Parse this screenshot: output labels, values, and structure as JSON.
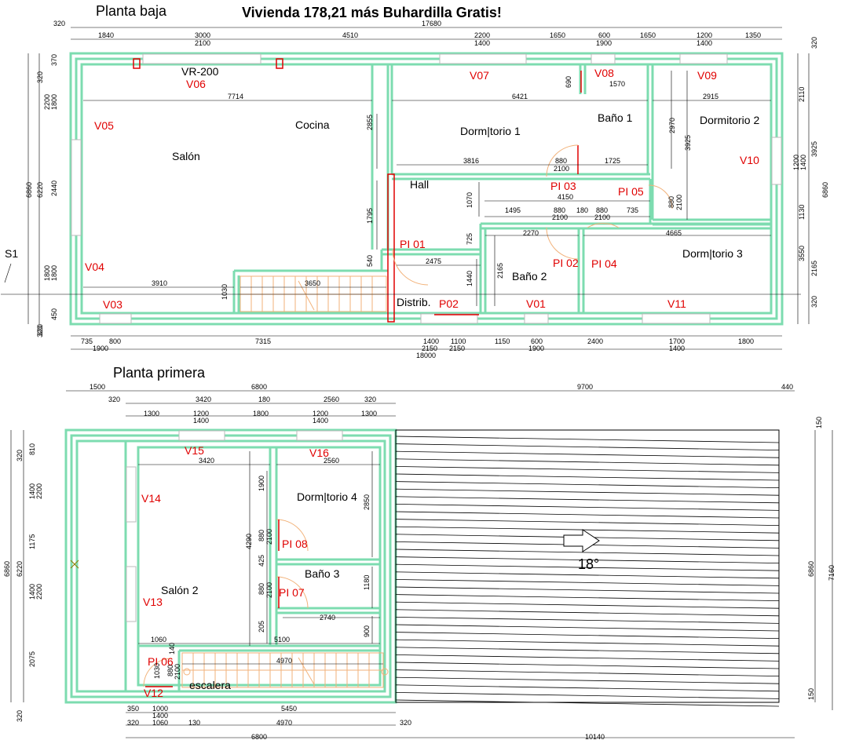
{
  "titles": {
    "ground_floor": "Planta baja",
    "main": "Vivienda 178,21 más Buhardilla Gratis!",
    "first_floor": "Planta primera"
  },
  "section_marker": "S1",
  "ground_floor": {
    "rooms": {
      "salon": "Salón",
      "cocina": "Cocina",
      "dormitorio1": "Dorm|torio 1",
      "bano1": "Baño 1",
      "dormitorio2": "Dormitorio 2",
      "hall": "Hall",
      "bano2": "Baño 2",
      "dormitorio3": "Dorm|torio 3",
      "distrib": "Distrib."
    },
    "labels": {
      "vr200": "VR-200",
      "v06": "V06",
      "v07": "V07",
      "v08": "V08",
      "v09": "V09",
      "v05": "V05",
      "v10": "V10",
      "v04": "V04",
      "v03": "V03",
      "v01": "V01",
      "v11": "V11",
      "p02": "P02",
      "pi01": "PI 01",
      "pi02": "PI 02",
      "pi03": "PI 03",
      "pi04": "PI 04",
      "pi05": "PI 05"
    },
    "dims": {
      "t320": "320",
      "t17680": "17680",
      "t1840": "1840",
      "t3000": "3000",
      "t2100": "2100",
      "t4510": "4510",
      "t2200": "2200",
      "t1400a": "1400",
      "t1650a": "1650",
      "t600": "600",
      "t1900": "1900",
      "t1650b": "1650",
      "t1200": "1200",
      "t1400b": "1400",
      "t1350": "1350",
      "i7714": "7714",
      "i6421": "6421",
      "i2915": "2915",
      "i1570": "1570",
      "i690": "690",
      "i2855": "2855",
      "i3816": "3816",
      "i880a": "880",
      "i2100a": "2100",
      "i1725": "1725",
      "i2970": "2970",
      "i3925": "3925",
      "i4150": "4150",
      "i1070": "1070",
      "i1495": "1495",
      "i880b": "880",
      "i2100b": "2100",
      "i180": "180",
      "i880c": "880",
      "i2100c": "2100",
      "i735": "735",
      "i880d": "880",
      "i2100d": "2100",
      "i2270": "2270",
      "i4665": "4665",
      "i1795": "1795",
      "i725": "725",
      "i540": "540",
      "i2475": "2475",
      "i2165": "2165",
      "i1440": "1440",
      "i3910": "3910",
      "i3650": "3650",
      "i1030": "1030",
      "l6860": "6860",
      "l6220": "6220",
      "l320a": "320",
      "l1800a": "1800",
      "l2200": "2200",
      "l2440": "2440",
      "l1800b": "1800",
      "l1800c": "1800",
      "l450": "450",
      "l320b": "320",
      "l370": "370",
      "r320": "320",
      "r2110": "2110",
      "r1200": "1200",
      "r1400": "1400",
      "r3925": "3925",
      "r1130": "1130",
      "r3550": "3550",
      "r2165": "2165",
      "r320b": "320",
      "r6860": "6860",
      "b735": "735",
      "b800": "800",
      "b1900": "1900",
      "b7315": "7315",
      "b1400": "1400",
      "b2150a": "2150",
      "b1100": "1100",
      "b2150b": "2150",
      "b1150": "1150",
      "b600": "600",
      "b1900b": "1900",
      "b2400": "2400",
      "b1700": "1700",
      "b1400b": "1400",
      "b1800": "1800",
      "b18000": "18000",
      "b320": "320"
    }
  },
  "first_floor": {
    "rooms": {
      "salon2": "Salón 2",
      "dormitorio4": "Dorm|torio 4",
      "bano3": "Baño 3",
      "escalera": "escalera"
    },
    "labels": {
      "v15": "V15",
      "v16": "V16",
      "v14": "V14",
      "v13": "V13",
      "v12": "V12",
      "pi08": "PI 08",
      "pi07": "PI 07",
      "pi06": "PI 06"
    },
    "roof": {
      "angle": "18°"
    },
    "dims": {
      "t1500": "1500",
      "t6800": "6800",
      "t9700": "9700",
      "t440": "440",
      "t320": "320",
      "t3420": "3420",
      "t180": "180",
      "t2560": "2560",
      "t320b": "320",
      "t1300a": "1300",
      "t1200a": "1200",
      "t1400a": "1400",
      "t1800": "1800",
      "t1200b": "1200",
      "t1400b": "1400",
      "t1300b": "1300",
      "i3420": "3420",
      "i2560": "2560",
      "i1900": "1900",
      "i2850": "2850",
      "i4290": "4290",
      "i880a": "880",
      "i2100a": "2100",
      "i425": "425",
      "i880b": "880",
      "i2100b": "2100",
      "i1180": "1180",
      "i2740": "2740",
      "i205": "205",
      "i900": "900",
      "i1060": "1060",
      "i5100": "5100",
      "i4970": "4970",
      "i1030": "1030",
      "i880c": "880",
      "i2100c": "2100",
      "i140": "140",
      "l6860": "6860",
      "l6220": "6220",
      "l320": "320",
      "l810": "810",
      "l1400a": "1400",
      "l2200a": "2200",
      "l1175": "1175",
      "l1400b": "1400",
      "l2200b": "2200",
      "l2075": "2075",
      "l320b": "320",
      "r150a": "150",
      "r6860": "6860",
      "r7160": "7160",
      "r150b": "150",
      "b350": "350",
      "b1000": "1000",
      "b5450": "5450",
      "b1400": "1400",
      "b320": "320",
      "b1060": "1060",
      "b130": "130",
      "b4970": "4970",
      "b6800": "6800",
      "b10140": "10140",
      "b320c": "320"
    }
  },
  "colors": {
    "wall": "#7ddcb0",
    "wall_line": "#1f8a5c",
    "label_red": "#e00000",
    "door_arc": "#f2b27a",
    "stair": "#f2b27a",
    "dim_line": "#000000"
  }
}
